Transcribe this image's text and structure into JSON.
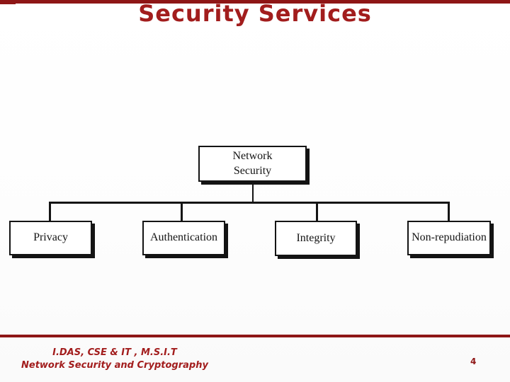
{
  "slide": {
    "title": "Security Services",
    "page_number": "4",
    "footer": {
      "line1": "I.DAS, CSE & IT , M.S.I.T",
      "line2": "Network Security and Cryptography"
    }
  },
  "colors": {
    "title_red": "#a21d1d",
    "rule_red": "#8e1616",
    "footer_red": "#a21d1d",
    "diagram_ink": "#141414",
    "box_fill": "#ffffff"
  },
  "diagram": {
    "type": "tree",
    "description": "Network Security service taxonomy",
    "root": {
      "label": "Network\nSecurity"
    },
    "children": [
      {
        "label": "Privacy"
      },
      {
        "label": "Authentication"
      },
      {
        "label": "Integrity"
      },
      {
        "label": "Non-repudiation"
      }
    ]
  }
}
